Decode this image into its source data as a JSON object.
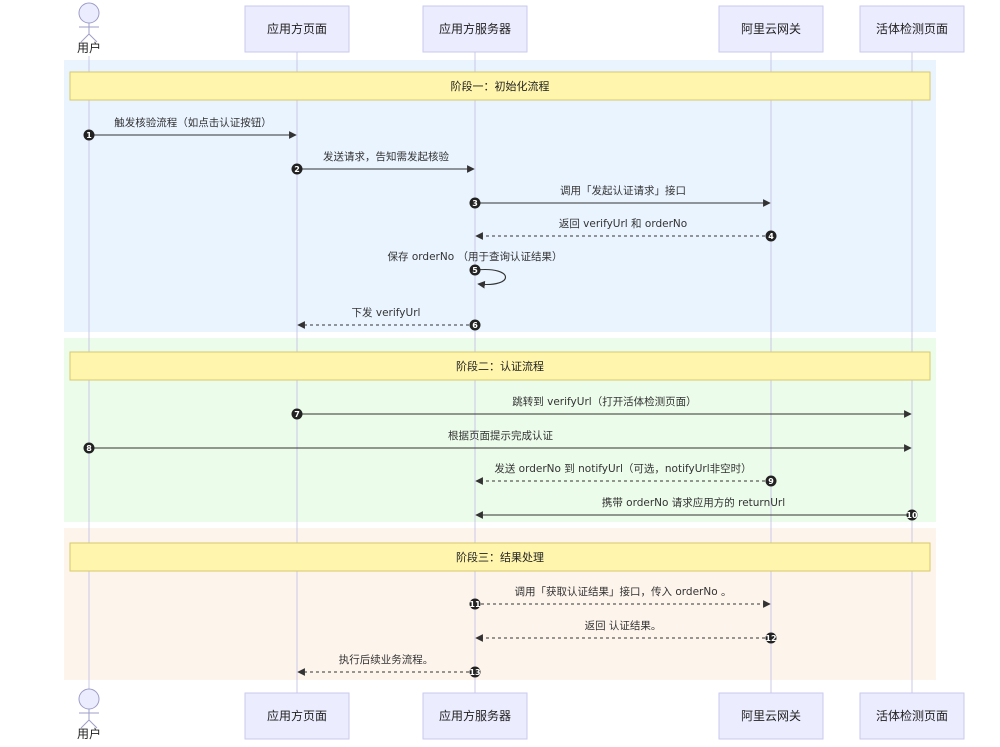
{
  "participants": [
    {
      "id": "user",
      "label": "用户",
      "kind": "person"
    },
    {
      "id": "page",
      "label": "应用方页面",
      "kind": "box"
    },
    {
      "id": "server",
      "label": "应用方服务器",
      "kind": "box"
    },
    {
      "id": "gateway",
      "label": "阿里云网关",
      "kind": "box"
    },
    {
      "id": "liveness",
      "label": "活体检测页面",
      "kind": "box"
    }
  ],
  "phases": [
    {
      "title": "阶段一：初始化流程",
      "color": "#EAF4FF"
    },
    {
      "title": "阶段二：认证流程",
      "color": "#ECFCEA"
    },
    {
      "title": "阶段三：结果处理",
      "color": "#FDF4EC"
    }
  ],
  "messages": [
    {
      "n": "1",
      "from": "user",
      "to": "page",
      "label": "触发核验流程（如点击认证按钮）",
      "dashed": false
    },
    {
      "n": "2",
      "from": "page",
      "to": "server",
      "label": "发送请求，告知需发起核验",
      "dashed": false
    },
    {
      "n": "3",
      "from": "server",
      "to": "gateway",
      "label": "调用「发起认证请求」接口",
      "dashed": false
    },
    {
      "n": "4",
      "from": "gateway",
      "to": "server",
      "label": "返回 verifyUrl 和 orderNo",
      "dashed": true
    },
    {
      "n": "5",
      "from": "server",
      "to": "server",
      "label": "保存 orderNo （用于查询认证结果）",
      "dashed": false
    },
    {
      "n": "6",
      "from": "server",
      "to": "page",
      "label": "下发 verifyUrl",
      "dashed": true
    },
    {
      "n": "7",
      "from": "page",
      "to": "liveness",
      "label": "跳转到 verifyUrl（打开活体检测页面）",
      "dashed": false
    },
    {
      "n": "8",
      "from": "user",
      "to": "liveness",
      "label": "根据页面提示完成认证",
      "dashed": false
    },
    {
      "n": "9",
      "from": "gateway",
      "to": "server",
      "label": "发送 orderNo 到 notifyUrl（可选，notifyUrl非空时）",
      "dashed": true
    },
    {
      "n": "10",
      "from": "liveness",
      "to": "server",
      "label": "携带 orderNo 请求应用方的 returnUrl",
      "dashed": false
    },
    {
      "n": "11",
      "from": "server",
      "to": "gateway",
      "label": "调用「获取认证结果」接口，传入 orderNo 。",
      "dashed": true
    },
    {
      "n": "12",
      "from": "gateway",
      "to": "server",
      "label": "返回 认证结果。",
      "dashed": true
    },
    {
      "n": "13",
      "from": "server",
      "to": "page",
      "label": "执行后续业务流程。",
      "dashed": true
    }
  ]
}
